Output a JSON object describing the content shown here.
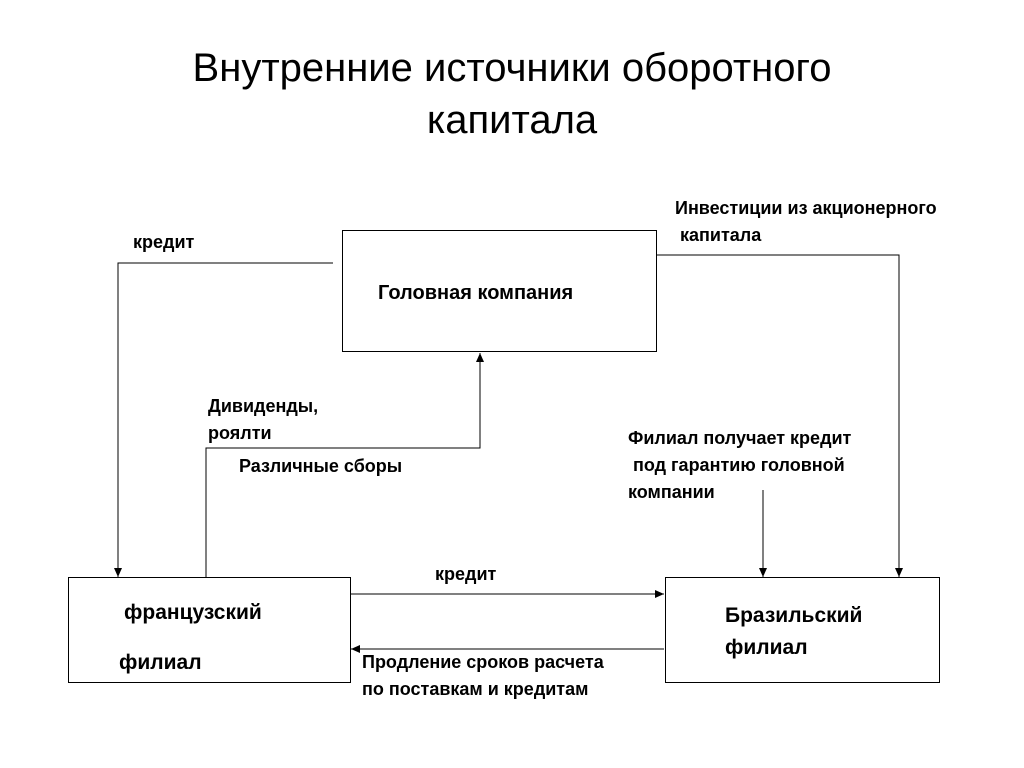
{
  "title": {
    "line1": "Внутренние источники оборотного",
    "line2": "капитала"
  },
  "nodes": {
    "head": "Головная компания",
    "french_line1": "французский",
    "french_line2": "филиал",
    "brazil_line1": "Бразильский",
    "brazil_line2": "филиал"
  },
  "labels": {
    "credit_left": "кредит",
    "investments_line1": "Инвестиции из акционерного",
    "investments_line2": " капитала",
    "dividends_line1": "Дивиденды,",
    "dividends_line2": "роялти",
    "fees": "Различные сборы",
    "guarantee_line1": "Филиал получает кредит",
    "guarantee_line2": " под гарантию головной",
    "guarantee_line3": "компании",
    "credit_bottom": "кредит",
    "extension_line1": "Продление сроков расчета",
    "extension_line2": "по поставкам и кредитам"
  }
}
